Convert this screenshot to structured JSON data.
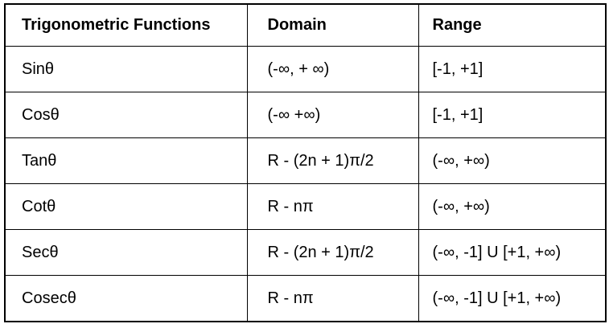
{
  "colors": {
    "background": "#ffffff",
    "border": "#000000",
    "text": "#000000"
  },
  "table": {
    "headers": {
      "function": "Trigonometric Functions",
      "domain": "Domain",
      "range": "Range"
    },
    "rows": [
      {
        "function": "Sinθ",
        "domain": "(-∞, + ∞)",
        "range": "[-1, +1]"
      },
      {
        "function": "Cosθ",
        "domain": "(-∞ +∞)",
        "range": "[-1, +1]"
      },
      {
        "function": "Tanθ",
        "domain": "R - (2n + 1)π/2",
        "range": "(-∞, +∞)"
      },
      {
        "function": "Cotθ",
        "domain": "R - nπ",
        "range": "(-∞, +∞)"
      },
      {
        "function": "Secθ",
        "domain": "R - (2n + 1)π/2",
        "range": "(-∞, -1] U [+1, +∞)"
      },
      {
        "function": "Cosecθ",
        "domain": "R - nπ",
        "range": "(-∞, -1] U [+1, +∞)"
      }
    ]
  }
}
